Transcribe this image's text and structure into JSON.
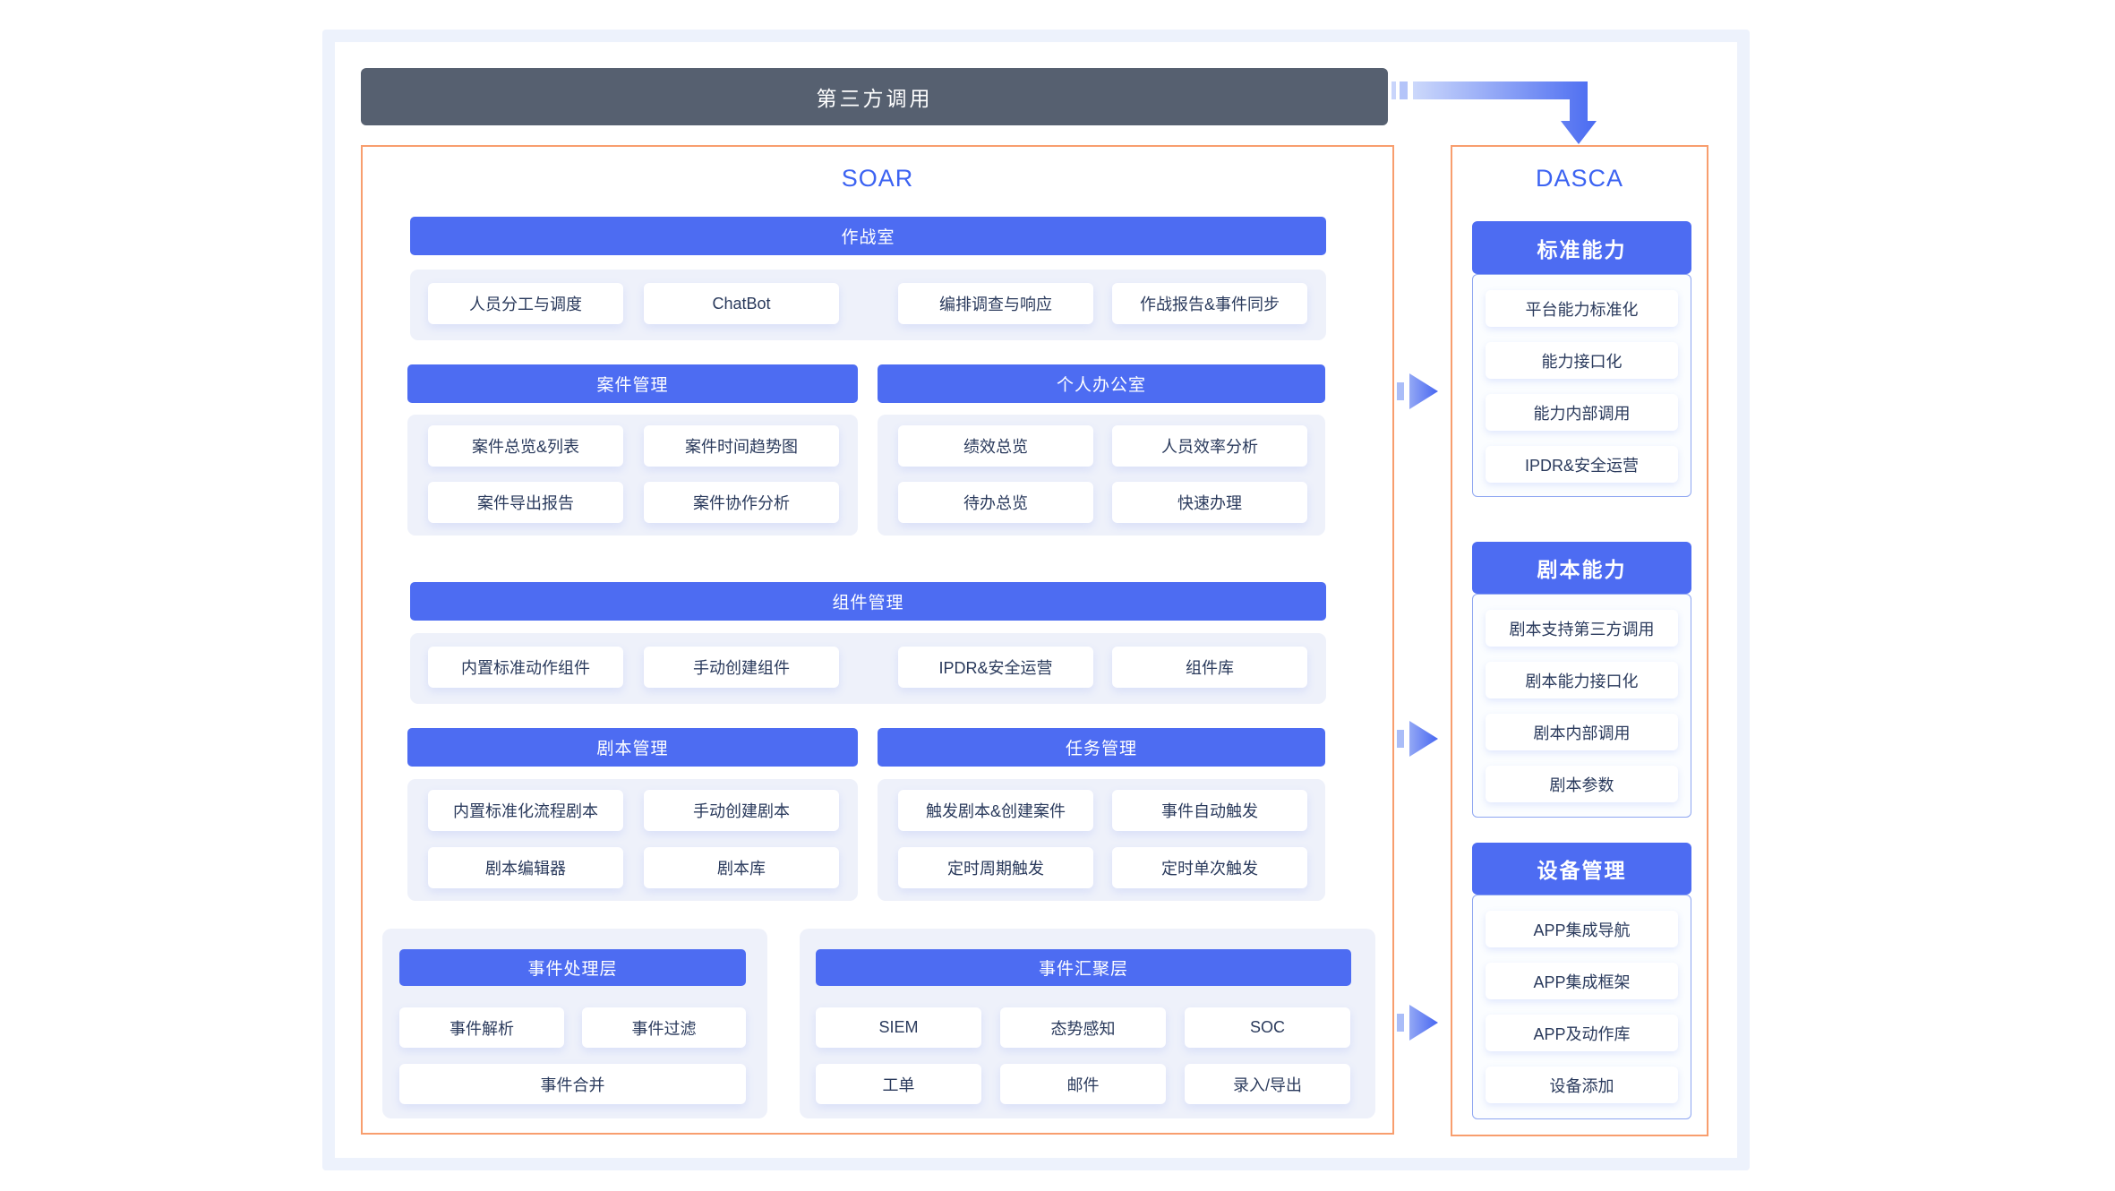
{
  "top_bar": {
    "label": "第三方调用"
  },
  "soar": {
    "title": "SOAR",
    "war_room": {
      "title": "作战室",
      "buttons": [
        "人员分工与调度",
        "ChatBot",
        "编排调查与响应",
        "作战报告&事件同步"
      ]
    },
    "case_mgmt": {
      "title": "案件管理",
      "buttons": [
        "案件总览&列表",
        "案件时间趋势图",
        "案件导出报告",
        "案件协作分析"
      ]
    },
    "personal_office": {
      "title": "个人办公室",
      "buttons": [
        "绩效总览",
        "人员效率分析",
        "待办总览",
        "快速办理"
      ]
    },
    "component_mgmt": {
      "title": "组件管理",
      "buttons": [
        "内置标准动作组件",
        "手动创建组件",
        "IPDR&安全运营",
        "组件库"
      ]
    },
    "playbook_mgmt": {
      "title": "剧本管理",
      "buttons": [
        "内置标准化流程剧本",
        "手动创建剧本",
        "剧本编辑器",
        "剧本库"
      ]
    },
    "task_mgmt": {
      "title": "任务管理",
      "buttons": [
        "触发剧本&创建案件",
        "事件自动触发",
        "定时周期触发",
        "定时单次触发"
      ]
    },
    "event_processing": {
      "title": "事件处理层",
      "buttons": [
        "事件解析",
        "事件过滤",
        "事件合并"
      ]
    },
    "event_aggregation": {
      "title": "事件汇聚层",
      "buttons": [
        "SIEM",
        "态势感知",
        "SOC",
        "工单",
        "邮件",
        "录入/导出"
      ]
    }
  },
  "dasca": {
    "title": "DASCA",
    "standard_capability": {
      "title": "标准能力",
      "buttons": [
        "平台能力标准化",
        "能力接口化",
        "能力内部调用",
        "IPDR&安全运营"
      ]
    },
    "playbook_capability": {
      "title": "剧本能力",
      "buttons": [
        "剧本支持第三方调用",
        "剧本能力接口化",
        "剧本内部调用",
        "剧本参数"
      ]
    },
    "device_mgmt": {
      "title": "设备管理",
      "buttons": [
        "APP集成导航",
        "APP集成框架",
        "APP及动作库",
        "设备添加"
      ]
    }
  },
  "colors": {
    "accent_blue": "#4d6cf2",
    "title_blue": "#3c63f2",
    "orange_border": "#f89e6e",
    "dark_bar": "#566070",
    "panel_bg": "#eef1fa",
    "frame_bg": "#edf2fc",
    "node_text": "#2a3a5c"
  }
}
